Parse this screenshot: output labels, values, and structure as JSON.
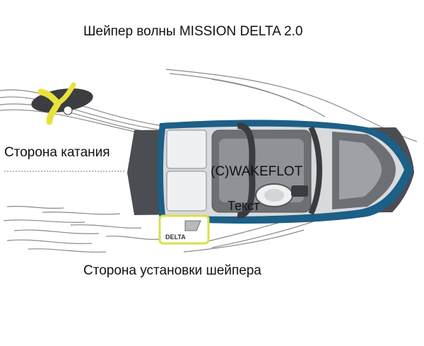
{
  "diagram": {
    "title": "Шейпер волны MISSION DELTA 2.0",
    "riding_side_label": "Сторона катания",
    "installation_side_label": "Сторона установки шейпера",
    "watermark": "(C)WAKEFLOT",
    "text_label": "Текст",
    "shaper_badge_label": "DELTA"
  },
  "colors": {
    "hull_blue": "#1c5f87",
    "deck_gray": "#4a4d52",
    "seat_white": "#eef0f2",
    "wave_gray": "#8a8a8a",
    "highlight_yellow": "#d8e04a",
    "rider_yellow": "#e9e23c"
  },
  "icons": [
    "boat-icon",
    "wakeboarder-icon",
    "wave-shaper-icon"
  ]
}
